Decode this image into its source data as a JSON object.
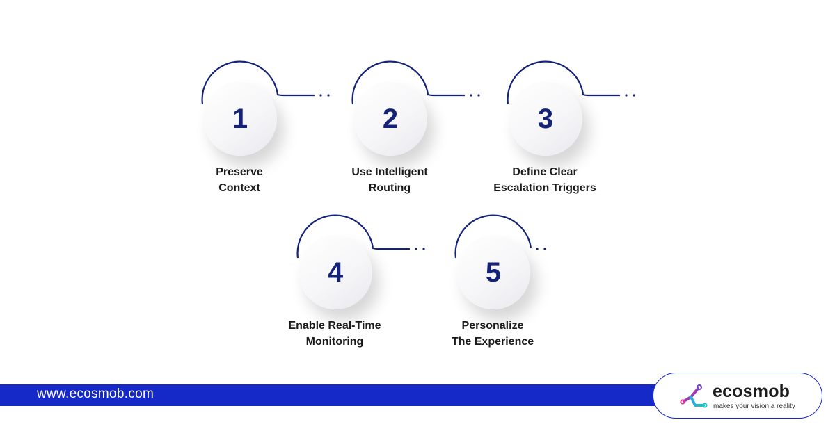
{
  "steps": [
    {
      "number": "1",
      "label_lines": [
        "Preserve",
        "Context"
      ]
    },
    {
      "number": "2",
      "label_lines": [
        "Use Intelligent",
        "Routing"
      ]
    },
    {
      "number": "3",
      "label_lines": [
        "Define Clear",
        "Escalation Triggers"
      ]
    },
    {
      "number": "4",
      "label_lines": [
        "Enable Real-Time",
        "Monitoring"
      ]
    },
    {
      "number": "5",
      "label_lines": [
        "Personalize",
        "The Experience"
      ]
    }
  ],
  "footer": {
    "url": "www.ecosmob.com"
  },
  "logo": {
    "name": "ecosmob",
    "tagline": "makes your vision a reality"
  },
  "colors": {
    "navy": "#142277",
    "blue": "#1528c8"
  },
  "icons": [
    "ecosmob-logo-icon"
  ]
}
